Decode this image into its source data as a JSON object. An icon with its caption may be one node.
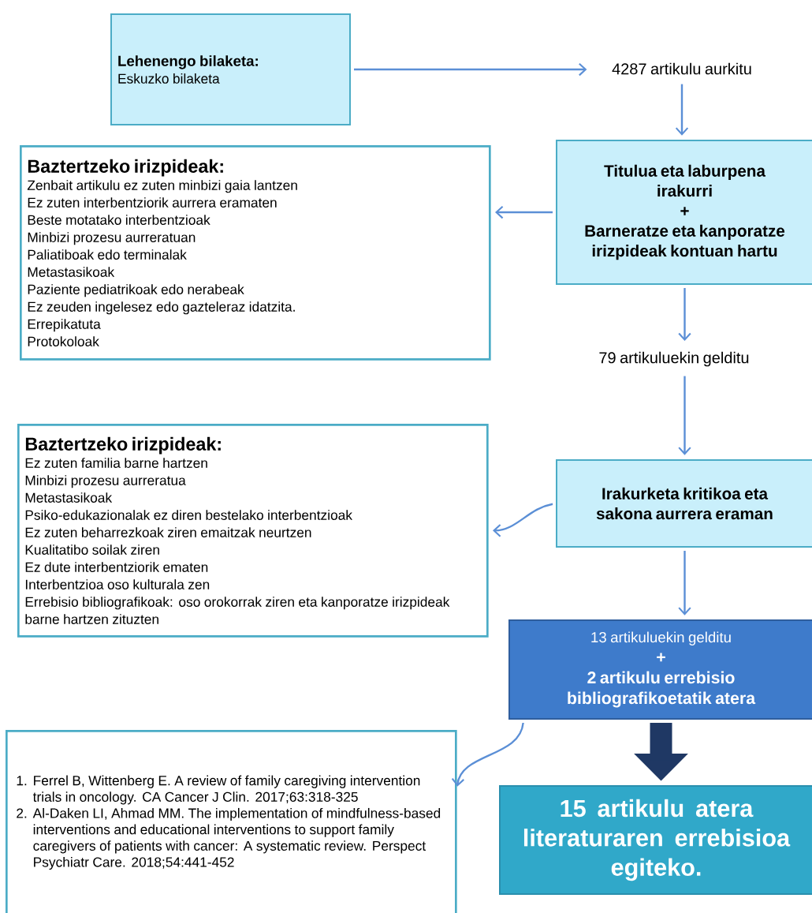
{
  "diagram": {
    "nodes": [
      {
        "text": [
          "Lehenengo bilaketa:",
          "Eskuzko bilaketa"
        ]
      },
      {
        "text": [
          "4287 artikulu aurkitu"
        ]
      },
      {
        "text": [
          "Titulua eta laburpena irakurri",
          "+",
          "Barneratze eta kanporatze irizpideak kontuan hartu"
        ]
      },
      {
        "text": [
          "Baztertzeko irizpideak:",
          "Zenbait artikulu ez zuten minbizi gaia lantzen",
          "Ez zuten interbentziorik aurrera eramaten",
          "Beste motatako interbentzioak",
          "Minbizi prozesu aurreratuan",
          "Paliatiboak edo terminalak",
          "Metastasikoak",
          "Paziente pediatrikoak edo nerabeak",
          "Ez zeuden ingelesez edo gazteleraz idatzita.",
          "Errepikatuta",
          "Protokoloak"
        ]
      },
      {
        "text": [
          "79 artikuluekin gelditu"
        ]
      },
      {
        "text": [
          "Baztertzeko irizpideak:",
          "Ez zuten familia barne hartzen",
          "Minbizi prozesu aurreratua",
          "Metastasikoak",
          "Psiko-edukazionalak ez diren bestelako interbentzioak",
          "Ez zuten beharrezkoak ziren emaitzak neurtzen",
          "Kualitatibo soilak ziren",
          "Ez dute interbentziorik ematen",
          "Interbentzioa oso kulturala zen",
          "Errebisio bibliografikoak: oso orokorrak ziren eta kanporatze irizpideak barne hartzen zituzten"
        ]
      },
      {
        "text": [
          "Irakurketa kritikoa eta sakona aurrera eraman"
        ]
      },
      {
        "text": [
          "13 artikuluekin gelditu",
          "+",
          "2 artikulu errebisio bibliografikoetatik atera"
        ]
      },
      {
        "text": [
          "1.",
          "Ferrel B, Wittenberg E. A review of family caregiving intervention trials in oncology. CA Cancer J Clin. 2017;63:318-325",
          "2.",
          "Al-Daken LI, Ahmad MM. The implementation of mindfulness-based interventions and educational interventions to support family caregivers of patients with cancer: A systematic review. Perspect Psychiatr Care. 2018;54:441-452"
        ]
      },
      {
        "text": [
          "15 artikulu atera literaturaren errebisioa egiteko."
        ]
      }
    ],
    "edges": [
      {
        "from": 0,
        "to": 1,
        "arrow": "to"
      },
      {
        "from": 1,
        "to": 2,
        "arrow": "to"
      },
      {
        "from": 2,
        "to": 3,
        "arrow": "to"
      },
      {
        "from": 2,
        "to": 4,
        "arrow": "to"
      },
      {
        "from": 4,
        "to": 6,
        "arrow": "to"
      },
      {
        "from": 6,
        "to": 5,
        "arrow": "to"
      },
      {
        "from": 6,
        "to": 7,
        "arrow": "to"
      },
      {
        "from": 7,
        "to": 8,
        "arrow": "to"
      },
      {
        "from": 7,
        "to": 9,
        "arrow": "to",
        "style": "thick",
        "color": "#1f3864"
      }
    ]
  }
}
